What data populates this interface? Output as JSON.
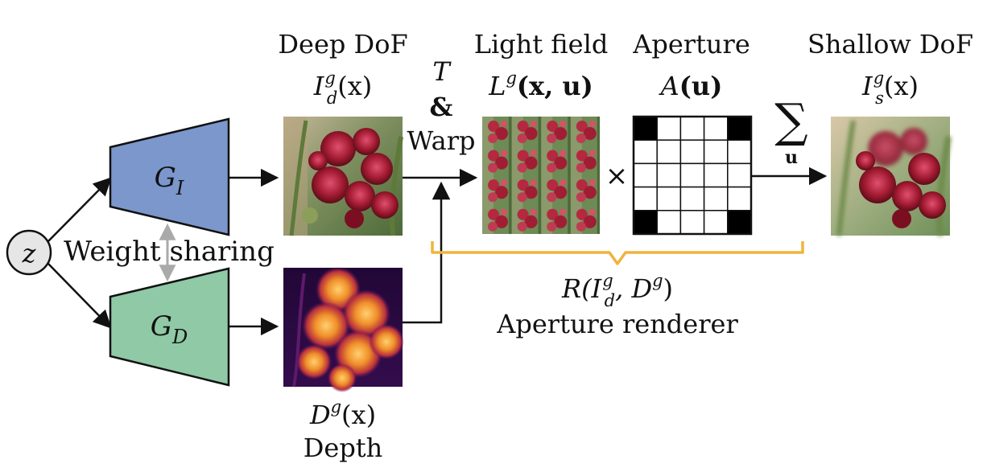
{
  "nodes": {
    "z": "z",
    "gi": {
      "main": "G",
      "sub": "I",
      "color": "#7b97cc"
    },
    "gd": {
      "main": "G",
      "sub": "D",
      "color": "#8fc9a5"
    },
    "weight_sharing": "Weight sharing"
  },
  "deep_dof": {
    "title": "Deep DoF",
    "sym": "I",
    "sup": "g",
    "sub": "d",
    "arg": "(x)"
  },
  "depth": {
    "sym": "D",
    "sup": "g",
    "arg": "(x)",
    "title": "Depth"
  },
  "transform": {
    "t": "T",
    "amp": "&",
    "warp": "Warp"
  },
  "light_field": {
    "title": "Light field",
    "sym": "L",
    "sup": "g",
    "arg": "(x, u)"
  },
  "multiply": "×",
  "aperture": {
    "title": "Aperture",
    "sym": "A",
    "arg": "(u)"
  },
  "sum": {
    "symbol": "∑",
    "index": "u"
  },
  "shallow_dof": {
    "title": "Shallow DoF",
    "sym": "I",
    "sup": "g",
    "sub": "s",
    "arg": "(x)"
  },
  "renderer": {
    "formula_pre": "R(I",
    "sup": "g",
    "sub": "d",
    "formula_post": ", D",
    "sup2": "g",
    "close": ")",
    "label": "Aperture renderer",
    "brace_color": "#f0b43c"
  },
  "aperture_grid": {
    "rows": 5,
    "cols": 5,
    "black_cells": [
      [
        0,
        0
      ],
      [
        0,
        4
      ],
      [
        4,
        0
      ],
      [
        4,
        4
      ]
    ]
  }
}
